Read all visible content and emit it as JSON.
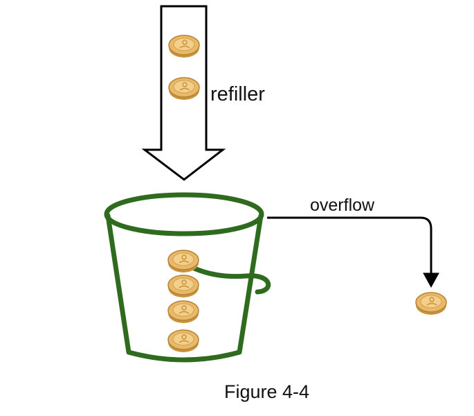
{
  "labels": {
    "refiller": "refiller",
    "overflow": "overflow"
  },
  "caption": "Figure 4-4",
  "colors": {
    "bucket": "#2f6b1e",
    "coin_fill": "#e8b96a",
    "coin_edge": "#c8923f",
    "coin_face": "#f3cf8b",
    "arrow": "#000000"
  },
  "icons": {
    "coin": "token-icon",
    "bucket": "bucket-icon"
  }
}
